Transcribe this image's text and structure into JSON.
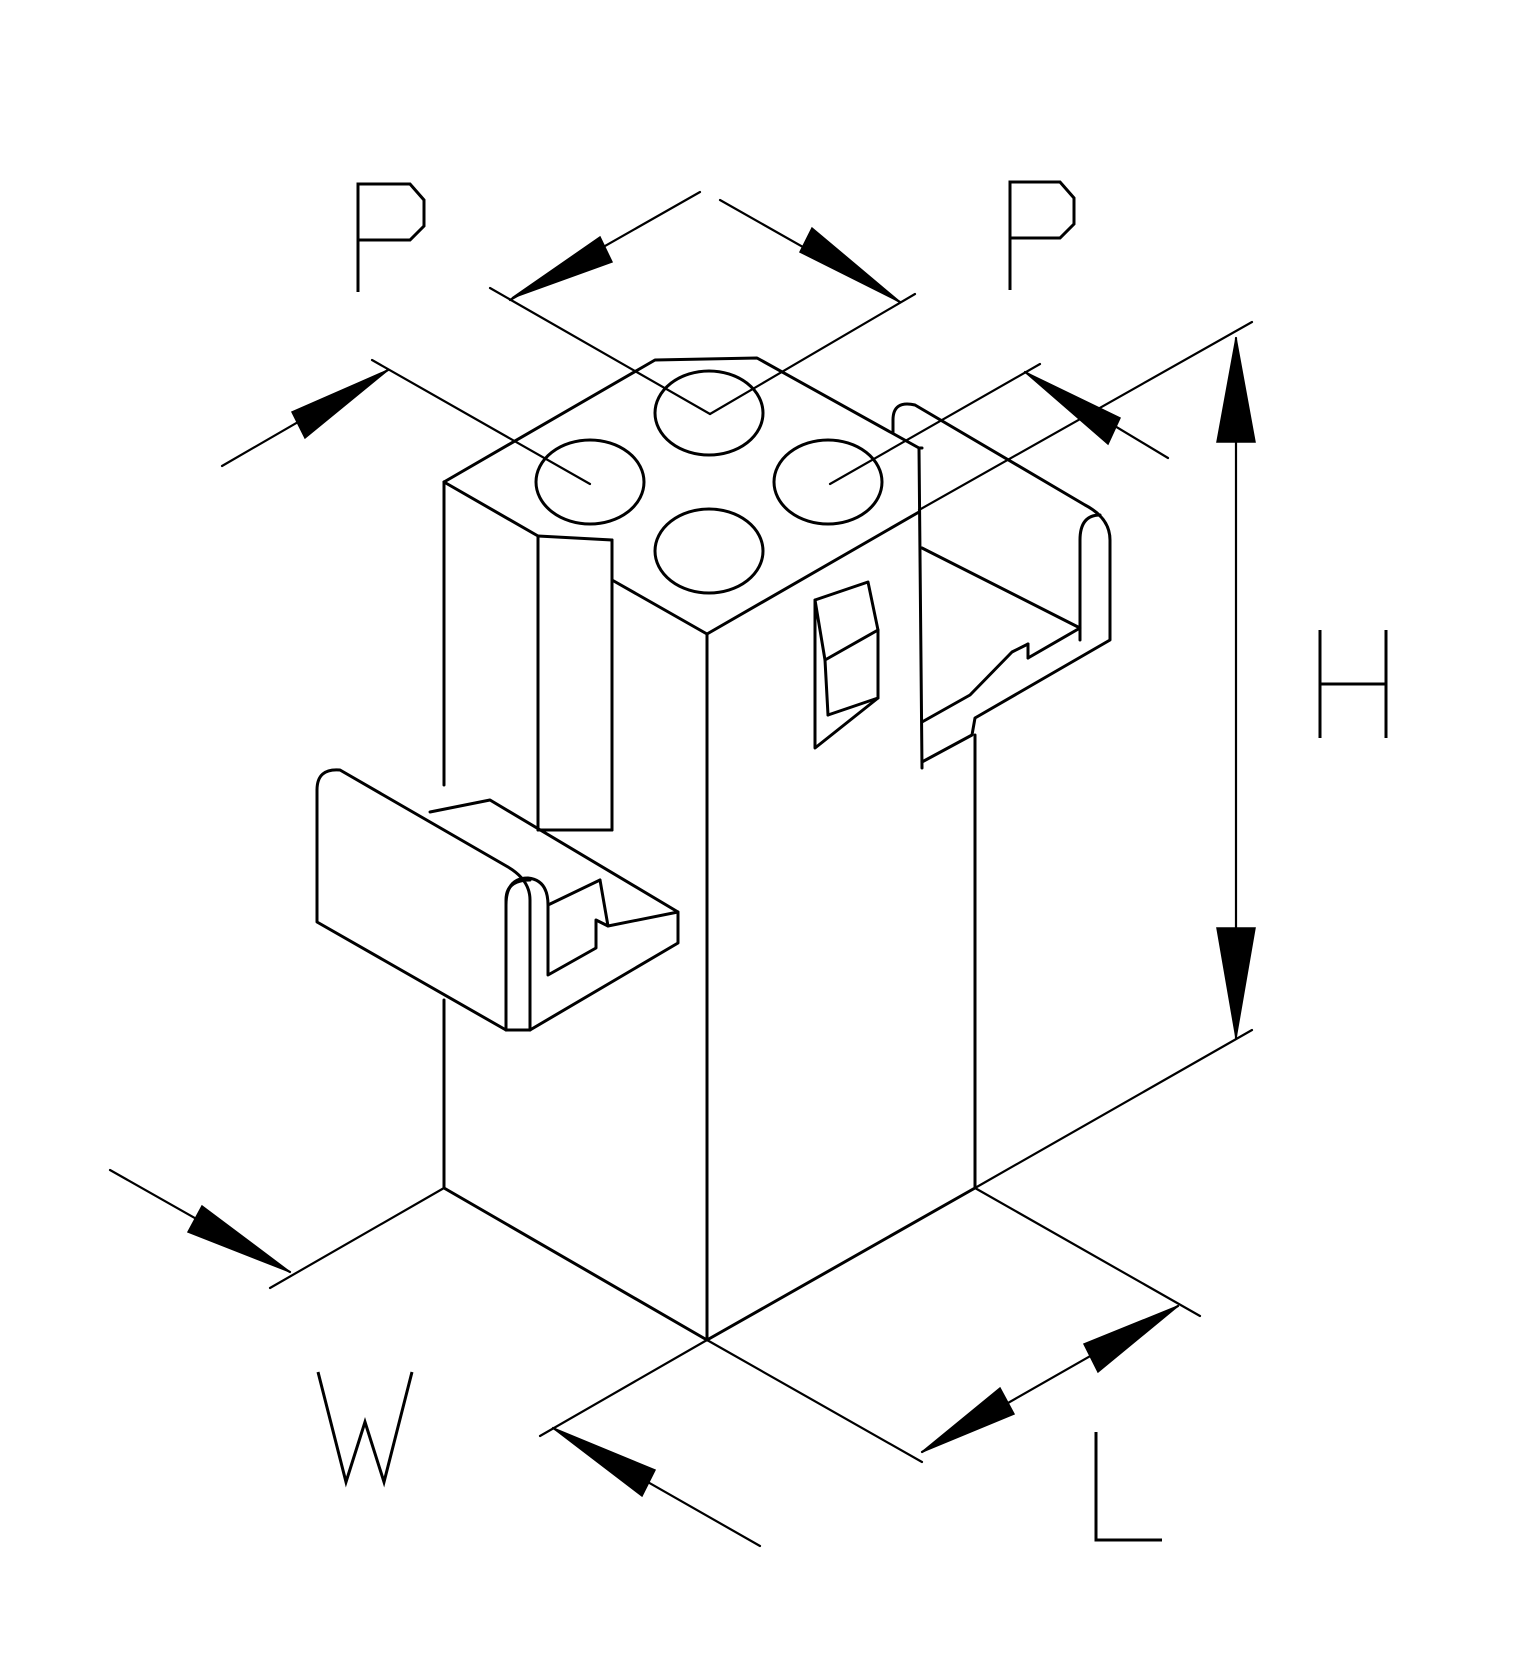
{
  "diagram": {
    "labels": {
      "pitch_left": "P",
      "pitch_right": "P",
      "height": "H",
      "width": "W",
      "length": "L"
    },
    "colors": {
      "line": "#000000",
      "background": "#ffffff"
    }
  }
}
